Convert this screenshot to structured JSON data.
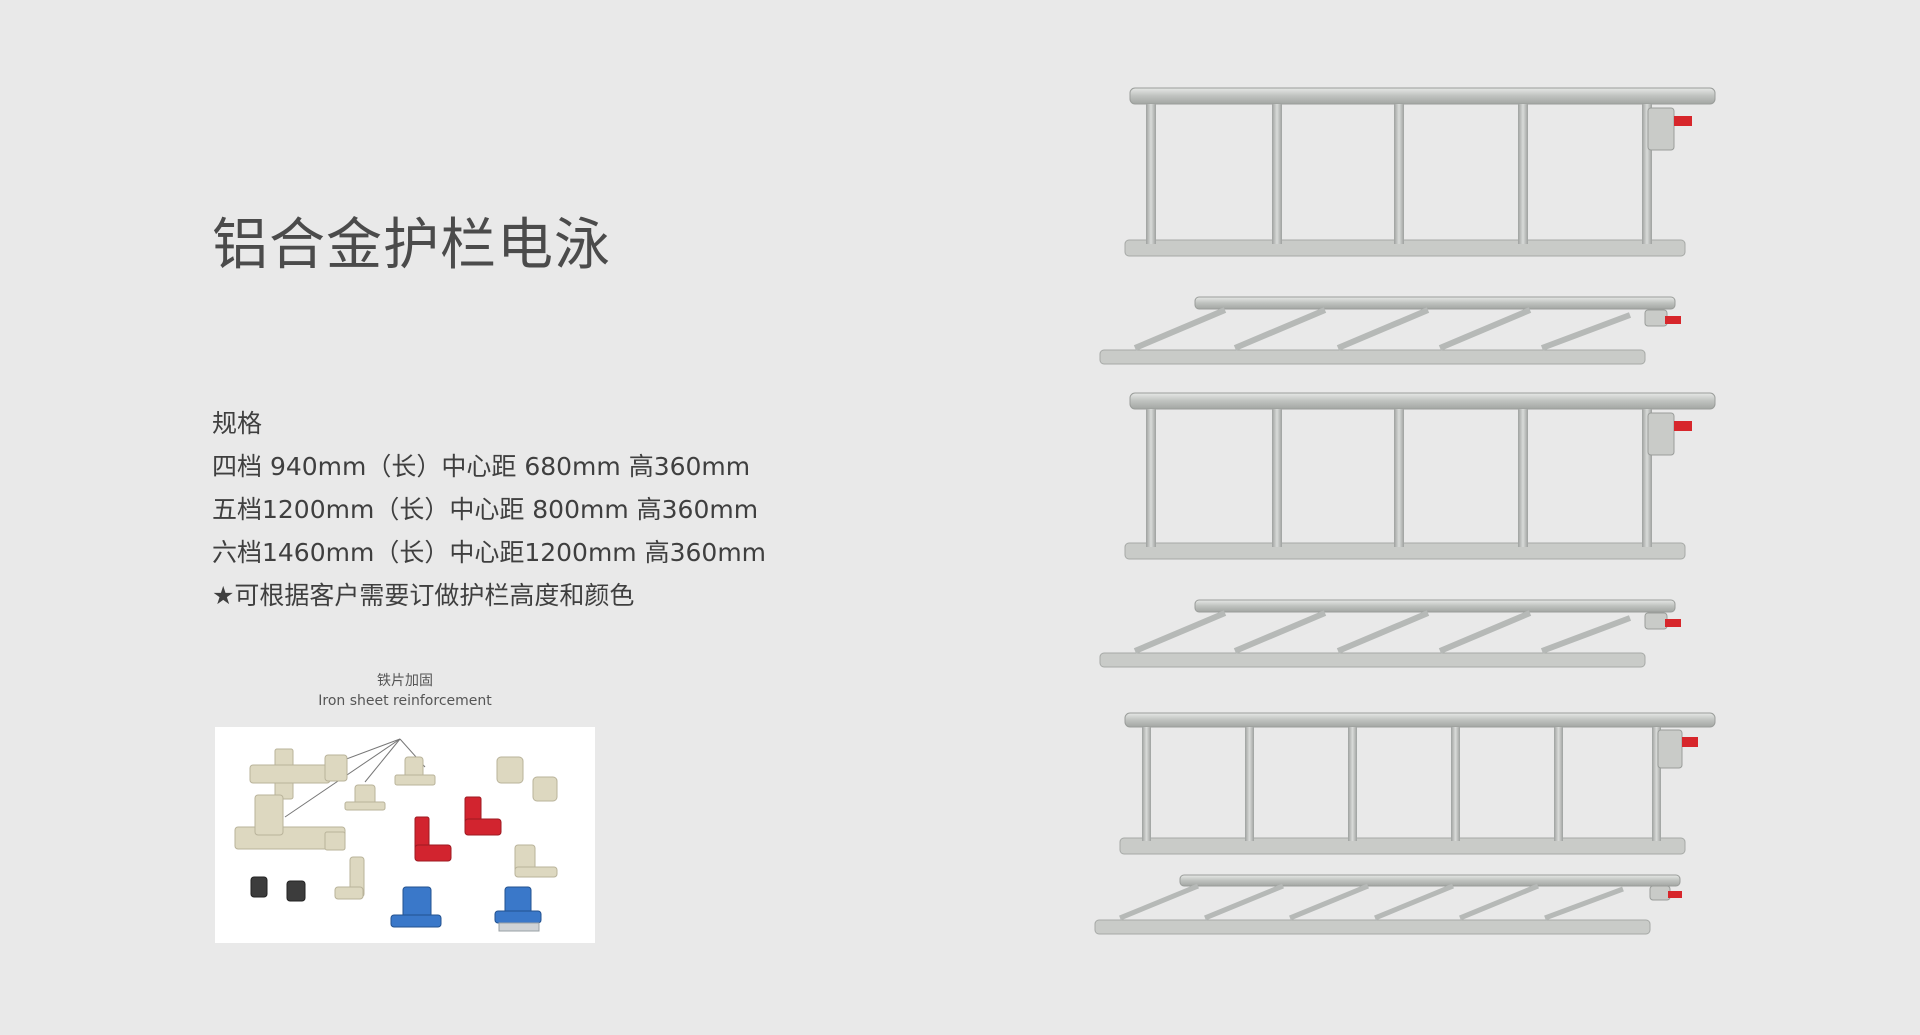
{
  "page": {
    "title": "铝合金护栏电泳"
  },
  "specs": {
    "heading": "规格",
    "lines": [
      "四档  940mm（长）中心距  680mm 高360mm",
      "五档1200mm（长）中心距  800mm 高360mm",
      "六档1460mm（长）中心距1200mm 高360mm",
      "★可根据客户需要订做护栏高度和颜色"
    ]
  },
  "parts_panel": {
    "caption_zh": "铁片加固",
    "caption_en": "Iron sheet reinforcement"
  },
  "colors": {
    "background": "#e9e9e9",
    "rail_frame": "#c9cbc8",
    "rail_tube": "#b6b9b7",
    "latch_red": "#d7262b",
    "part_beige": "#ddd8c0",
    "part_red": "#d2242f",
    "part_blue": "#3a78c9",
    "part_dark": "#3c3c3c"
  },
  "icons": {
    "star": "star-icon"
  }
}
